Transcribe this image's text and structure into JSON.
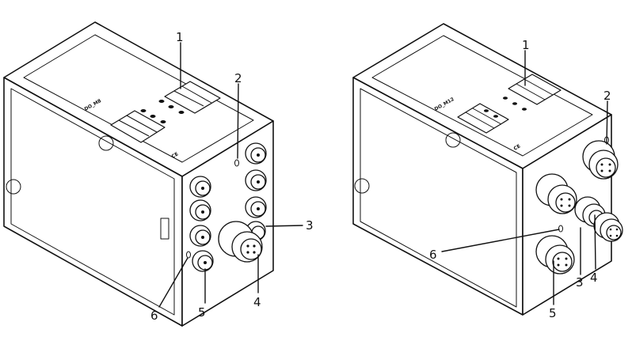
{
  "left_module": {
    "module_label": "DO_M8",
    "mark": "CE",
    "callouts": [
      {
        "id": "1",
        "text": "1"
      },
      {
        "id": "2",
        "text": "2"
      },
      {
        "id": "3",
        "text": "3"
      },
      {
        "id": "4",
        "text": "4"
      },
      {
        "id": "5",
        "text": "5"
      },
      {
        "id": "6",
        "text": "6"
      }
    ]
  },
  "right_module": {
    "module_label": "DO_M12",
    "mark": "CE",
    "callouts": [
      {
        "id": "1",
        "text": "1"
      },
      {
        "id": "2",
        "text": "2"
      },
      {
        "id": "3",
        "text": "3"
      },
      {
        "id": "4",
        "text": "4"
      },
      {
        "id": "5",
        "text": "5"
      },
      {
        "id": "6",
        "text": "6"
      }
    ]
  }
}
